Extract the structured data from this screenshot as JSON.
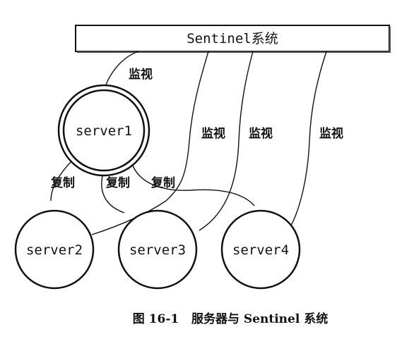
{
  "sentinel_label": "Sentinel系统",
  "servers": {
    "server1": "server1",
    "server2": "server2",
    "server3": "server3",
    "server4": "server4"
  },
  "monitor_label": "监视",
  "replicate_label": "复制",
  "caption": "图 16-1   服务器与 Sentinel 系统"
}
